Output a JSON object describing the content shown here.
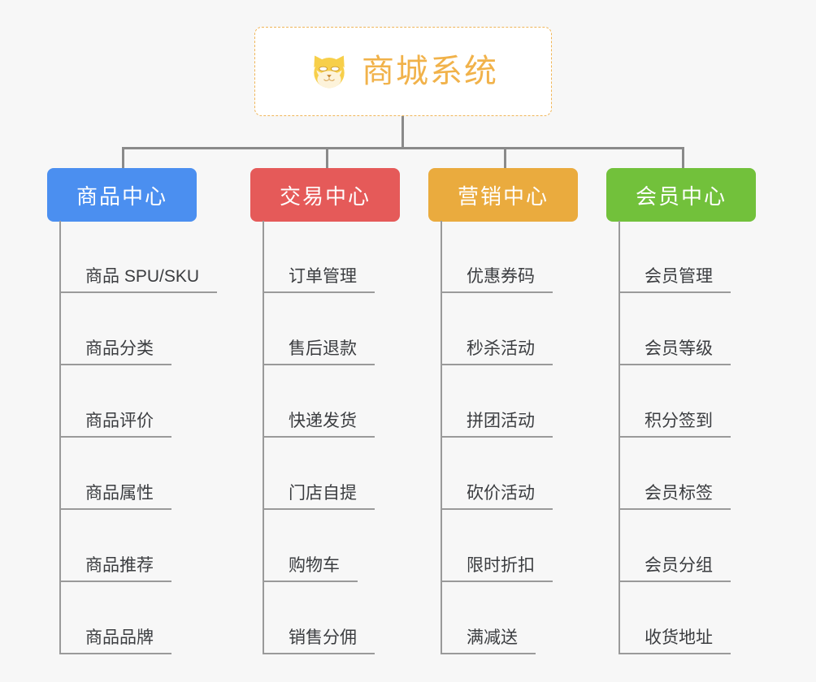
{
  "canvas": {
    "background": "#f7f7f7"
  },
  "root": {
    "title": "商城系统",
    "icon": "shiba-dog-icon",
    "color": "#f1b24a",
    "border_color": "#f0b659"
  },
  "connector_color": "#8a8a8a",
  "columns": [
    {
      "header": "商品中心",
      "color": "#4b8ff0",
      "items": [
        "商品 SPU/SKU",
        "商品分类",
        "商品评价",
        "商品属性",
        "商品推荐",
        "商品品牌"
      ]
    },
    {
      "header": "交易中心",
      "color": "#e55a59",
      "items": [
        "订单管理",
        "售后退款",
        "快递发货",
        "门店自提",
        "购物车",
        "销售分佣"
      ]
    },
    {
      "header": "营销中心",
      "color": "#eaab3e",
      "items": [
        "优惠券码",
        "秒杀活动",
        "拼团活动",
        "砍价活动",
        "限时折扣",
        "满减送"
      ]
    },
    {
      "header": "会员中心",
      "color": "#72c13b",
      "items": [
        "会员管理",
        "会员等级",
        "积分签到",
        "会员标签",
        "会员分组",
        "收货地址"
      ]
    }
  ]
}
